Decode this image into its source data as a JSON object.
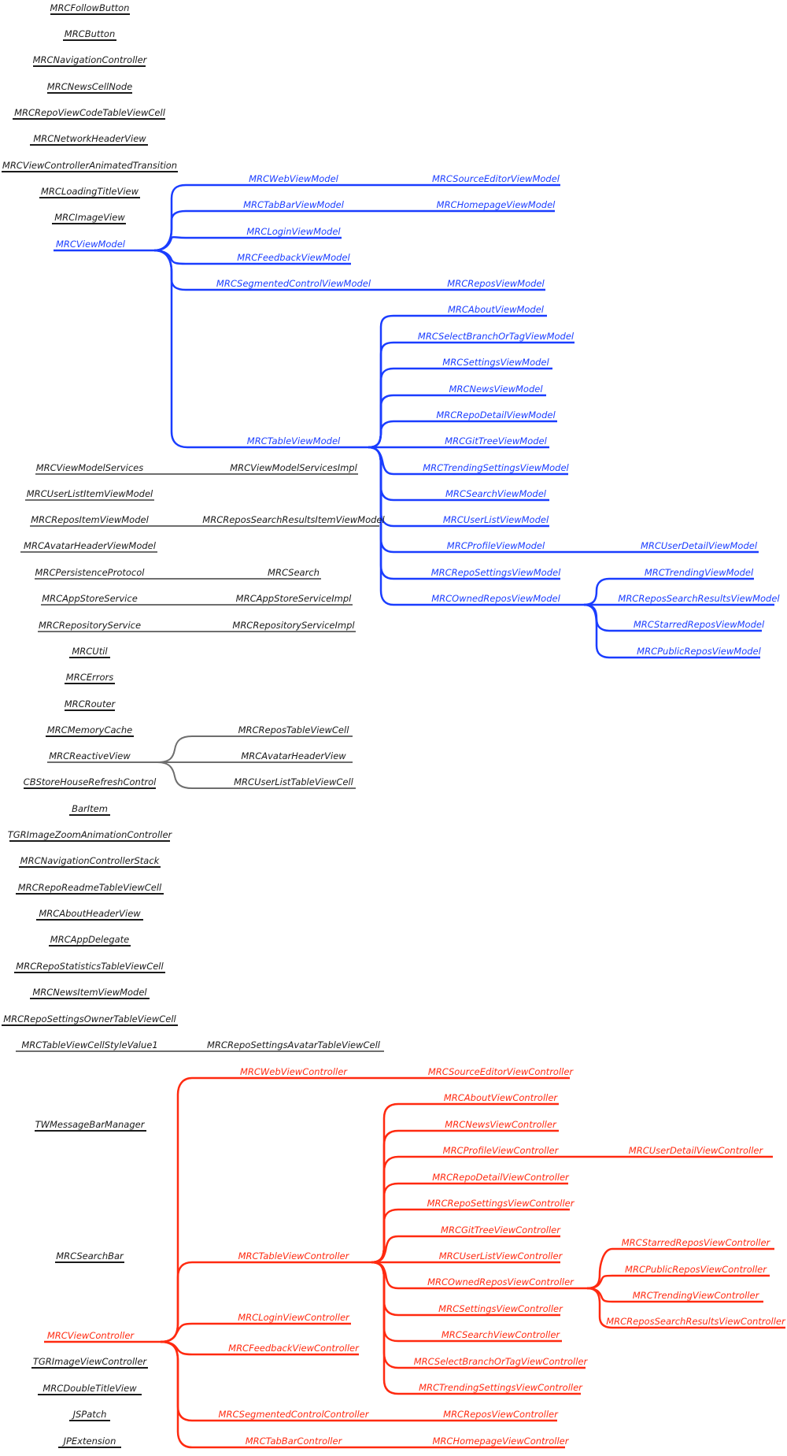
{
  "colors": {
    "black": "#1a1a1a",
    "gray": "#6e6e6e",
    "blue": "#1a3dff",
    "red": "#ff2a10"
  },
  "standalone_classes": [
    "MRCFollowButton",
    "MRCButton",
    "MRCNavigationController",
    "MRCNewsCellNode",
    "MRCRepoViewCodeTableViewCell",
    "MRCNetworkHeaderView",
    "MRCViewControllerAnimatedTransition",
    "MRCLoadingTitleView",
    "MRCImageView"
  ],
  "view_model_tree": {
    "root": "MRCViewModel",
    "level1": {
      "web": "MRCWebViewModel",
      "tabbar": "MRCTabBarViewModel",
      "login": "MRCLoginViewModel",
      "feedback": "MRCFeedbackViewModel",
      "segmented": "MRCSegmentedControlViewModel",
      "table": "MRCTableViewModel"
    },
    "level2": {
      "source_editor": "MRCSourceEditorViewModel",
      "homepage": "MRCHomepageViewModel",
      "repos": "MRCReposViewModel",
      "about": "MRCAboutViewModel",
      "select_branch": "MRCSelectBranchOrTagViewModel",
      "settings": "MRCSettingsViewModel",
      "news": "MRCNewsViewModel",
      "repo_detail": "MRCRepoDetailViewModel",
      "git_tree": "MRCGitTreeViewModel",
      "trending_settings": "MRCTrendingSettingsViewModel",
      "search": "MRCSearchViewModel",
      "user_list": "MRCUserListViewModel",
      "profile": "MRCProfileViewModel",
      "repo_settings": "MRCRepoSettingsViewModel",
      "owned_repos": "MRCOwnedReposViewModel"
    },
    "level3": {
      "user_detail": "MRCUserDetailViewModel",
      "trending": "MRCTrendingViewModel",
      "repos_search_results": "MRCReposSearchResultsViewModel",
      "starred_repos": "MRCStarredReposViewModel",
      "public_repos": "MRCPublicReposViewModel"
    }
  },
  "protocols": {
    "view_model_services": "MRCViewModelServices",
    "view_model_services_impl": "MRCViewModelServicesImpl",
    "user_list_item_view_model": "MRCUserListItemViewModel",
    "repos_item_view_model": "MRCReposItemViewModel",
    "repos_search_results_item_view_model": "MRCReposSearchResultsItemViewModel",
    "avatar_header_view_model": "MRCAvatarHeaderViewModel",
    "persistence_protocol": "MRCPersistenceProtocol",
    "search": "MRCSearch",
    "app_store_service": "MRCAppStoreService",
    "app_store_service_impl": "MRCAppStoreServiceImpl",
    "repository_service": "MRCRepositoryService",
    "repository_service_impl": "MRCRepositoryServiceImpl"
  },
  "utilities": [
    "MRCUtil",
    "MRCErrors",
    "MRCRouter",
    "MRCMemoryCache"
  ],
  "reactive_view": {
    "root": "MRCReactiveView",
    "children": [
      "MRCReposTableViewCell",
      "MRCAvatarHeaderView",
      "MRCUserListTableViewCell"
    ]
  },
  "misc_classes": [
    "CBStoreHouseRefreshControl",
    "BarItem",
    "TGRImageZoomAnimationController",
    "MRCNavigationControllerStack",
    "MRCRepoReadmeTableViewCell",
    "MRCAboutHeaderView",
    "MRCAppDelegate",
    "MRCRepoStatisticsTableViewCell",
    "MRCNewsItemViewModel",
    "MRCRepoSettingsOwnerTableViewCell"
  ],
  "cell_style": {
    "value1": "MRCTableViewCellStyleValue1",
    "avatar_cell": "MRCRepoSettingsAvatarTableViewCell"
  },
  "lower_classes": {
    "message_bar": "TWMessageBarManager",
    "search_bar": "MRCSearchBar",
    "image_view_controller": "TGRImageViewController",
    "double_title_view": "MRCDoubleTitleView",
    "jspatch": "JSPatch",
    "jpextension": "JPExtension"
  },
  "view_controller_tree": {
    "root": "MRCViewController",
    "level1": {
      "web": "MRCWebViewController",
      "table": "MRCTableViewController",
      "login": "MRCLoginViewController",
      "feedback": "MRCFeedbackViewController",
      "segmented": "MRCSegmentedControlController",
      "tabbar": "MRCTabBarController"
    },
    "level2": {
      "source_editor": "MRCSourceEditorViewController",
      "about": "MRCAboutViewController",
      "news": "MRCNewsViewController",
      "profile": "MRCProfileViewController",
      "repo_detail": "MRCRepoDetailViewController",
      "repo_settings": "MRCRepoSettingsViewController",
      "git_tree": "MRCGitTreeViewController",
      "user_list": "MRCUserListViewController",
      "owned_repos": "MRCOwnedReposViewController",
      "settings": "MRCSettingsViewController",
      "search": "MRCSearchViewController",
      "select_branch": "MRCSelectBranchOrTagViewController",
      "trending_settings": "MRCTrendingSettingsViewController",
      "repos": "MRCReposViewController",
      "homepage": "MRCHomepageViewController"
    },
    "level3": {
      "user_detail": "MRCUserDetailViewController",
      "starred_repos": "MRCStarredReposViewController",
      "public_repos": "MRCPublicReposViewController",
      "trending": "MRCTrendingViewController",
      "repos_search_results": "MRCReposSearchResultsViewController"
    }
  }
}
